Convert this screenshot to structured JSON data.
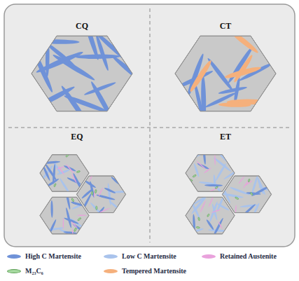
{
  "diagram": {
    "labels": [
      "CQ",
      "CT",
      "EQ",
      "ET"
    ],
    "legend": [
      {
        "text": "High C Martensite",
        "color": "#6f92d8"
      },
      {
        "text": "Low C Martensite",
        "color": "#a9c3ec"
      },
      {
        "text": "Retained Austenite",
        "color": "#e9a2dc"
      },
      {
        "text": "M₂₃C₆",
        "color": "#a6d9a0"
      },
      {
        "text": "Tempered Martensite",
        "color": "#f5b07c"
      }
    ]
  }
}
